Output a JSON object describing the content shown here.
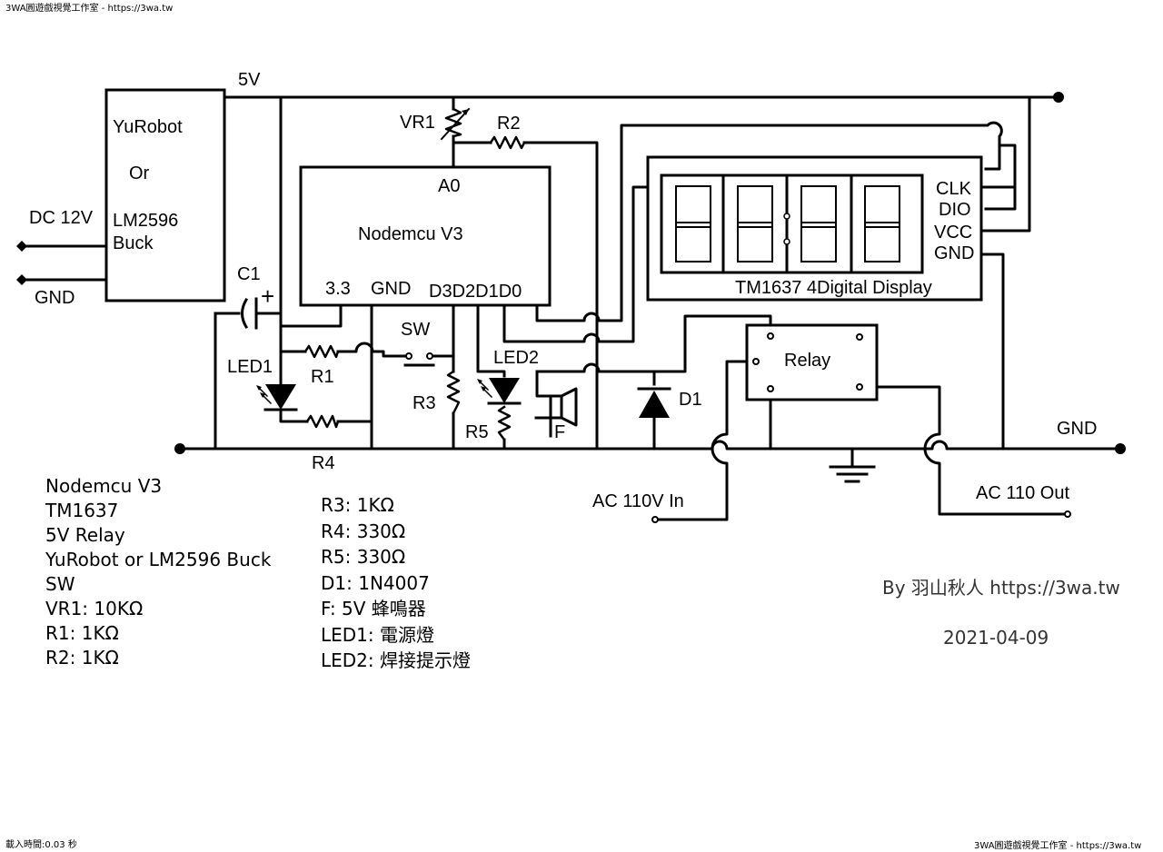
{
  "watermark": {
    "top_left": "3WA圓遊戲視覺工作室 - https://3wa.tw",
    "bottom_left": "載入時間:0.03 秒",
    "bottom_right": "3WA圓遊戲視覺工作室 - https://3wa.tw"
  },
  "power": {
    "module_line1": "YuRobot",
    "module_line2": "Or",
    "module_line3": "LM2596",
    "module_line4": "Buck",
    "dc_in": "DC 12V",
    "gnd_left": "GND",
    "rail_5v": "5V",
    "gnd_right": "GND"
  },
  "mcu": {
    "name": "Nodemcu V3",
    "pin_a0": "A0",
    "pin_33": "3.3",
    "pin_gnd": "GND",
    "pins_d": "D3D2D1D0"
  },
  "display": {
    "name": "TM1637 4Digital Display",
    "pin_clk": "CLK",
    "pin_dio": "DIO",
    "pin_vcc": "VCC",
    "pin_gnd": "GND"
  },
  "parts": {
    "c1": "C1",
    "plus": "+",
    "vr1": "VR1",
    "r1": "R1",
    "r2": "R2",
    "r3": "R3",
    "r4": "R4",
    "r5": "R5",
    "led1": "LED1",
    "led2": "LED2",
    "sw": "SW",
    "buzzer": "F",
    "d1": "D1",
    "relay": "Relay"
  },
  "ac": {
    "in": "AC 110V In",
    "out": "AC 110 Out"
  },
  "bom_left": [
    "Nodemcu V3",
    "TM1637",
    "5V Relay",
    "YuRobot or LM2596 Buck",
    "SW",
    "VR1: 10KΩ",
    "R1: 1KΩ",
    "R2: 1KΩ"
  ],
  "bom_right": [
    "R3: 1KΩ",
    "R4: 330Ω",
    "R5: 330Ω",
    "D1: 1N4007",
    "F: 5V 蜂鳴器",
    "LED1: 電源燈",
    "LED2: 焊接提示燈"
  ],
  "credit": {
    "author": "By 羽山秋人 https://3wa.tw",
    "date": "2021-04-09"
  }
}
